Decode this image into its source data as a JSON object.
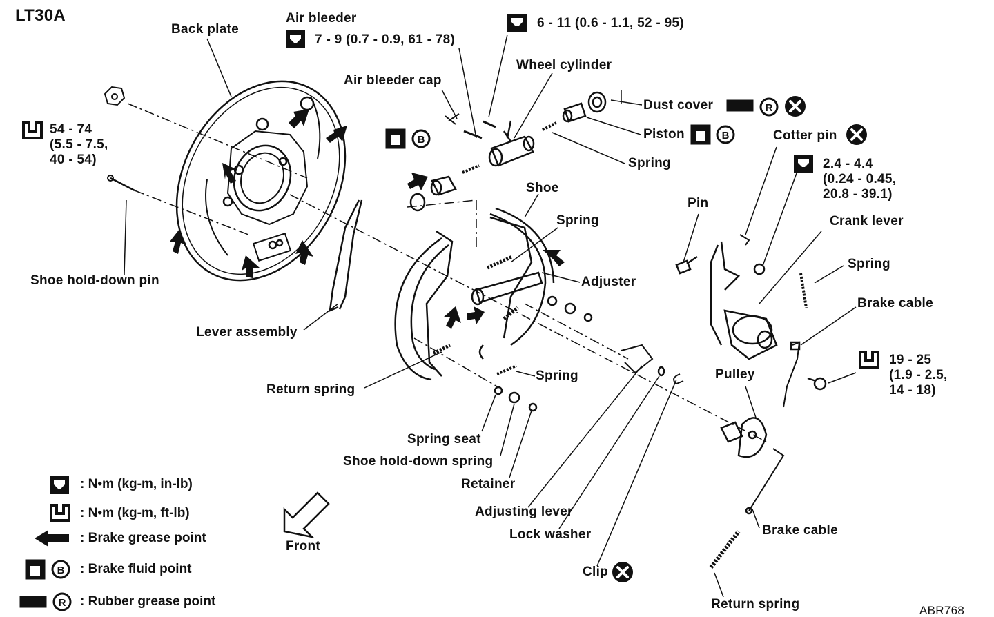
{
  "diagram": {
    "title": "LT30A",
    "code": "ABR768",
    "labels": {
      "back_plate": "Back plate",
      "air_bleeder": "Air bleeder",
      "air_bleeder_torque": "7 - 9 (0.7 - 0.9, 61 - 78)",
      "wheel_cyl_torque": "6 - 11 (0.6 - 1.1, 52 - 95)",
      "air_bleeder_cap": "Air bleeder cap",
      "wheel_cylinder": "Wheel cylinder",
      "dust_cover": "Dust cover",
      "piston": "Piston",
      "spring_top": "Spring",
      "cotter_pin": "Cotter pin",
      "crank_torque": "2.4 - 4.4\n(0.24 - 0.45,\n20.8 - 39.1)",
      "nut_torque": "54 - 74\n(5.5 - 7.5,\n40 - 54)",
      "shoe": "Shoe",
      "pin": "Pin",
      "spring_mid": "Spring",
      "crank_lever": "Crank lever",
      "adjuster": "Adjuster",
      "spring_right": "Spring",
      "brake_cable_upper": "Brake cable",
      "shoe_hold_down_pin": "Shoe hold-down pin",
      "lever_assembly": "Lever assembly",
      "return_spring_left": "Return spring",
      "spring_low": "Spring",
      "pulley": "Pulley",
      "bolt_torque": "19 - 25\n(1.9 - 2.5,\n14 - 18)",
      "spring_seat": "Spring seat",
      "shoe_hold_down_spring": "Shoe hold-down spring",
      "retainer": "Retainer",
      "adjusting_lever": "Adjusting lever",
      "lock_washer": "Lock washer",
      "clip": "Clip",
      "brake_cable_lower": "Brake cable",
      "return_spring_bottom": "Return spring",
      "front": "Front"
    },
    "legend": [
      {
        "icon": "torque-wrench-icon",
        "text": ": N•m (kg-m, in-lb)"
      },
      {
        "icon": "torque-socket-icon",
        "text": ": N•m (kg-m, ft-lb)"
      },
      {
        "icon": "grease-arrow-icon",
        "text": ": Brake grease point"
      },
      {
        "icon": "brake-fluid-icon",
        "text": ": Brake fluid point"
      },
      {
        "icon": "rubber-grease-icon",
        "text": ": Rubber grease point"
      }
    ]
  }
}
